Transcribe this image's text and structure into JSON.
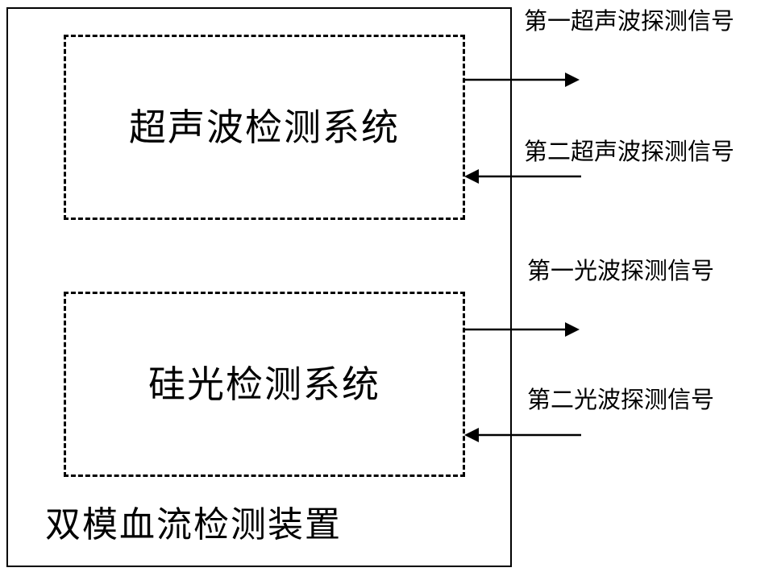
{
  "diagram": {
    "enclosure": {
      "caption": "双模血流检测装置",
      "border_color": "#000000"
    },
    "modules": [
      {
        "id": "ultrasound-detection-system",
        "title": "超声波检测系统",
        "border_style": "dashed",
        "border_color": "#000000"
      },
      {
        "id": "silicon-photonic-detection-system",
        "title": "硅光检测系统",
        "border_style": "dashed",
        "border_color": "#000000"
      }
    ],
    "signals": [
      {
        "id": "first-ultrasound-detection-signal",
        "label": "第一超声波探测信号",
        "direction": "outgoing",
        "source_module": "ultrasound-detection-system"
      },
      {
        "id": "second-ultrasound-detection-signal",
        "label": "第二超声波探测信号",
        "direction": "incoming",
        "source_module": "ultrasound-detection-system"
      },
      {
        "id": "first-lightwave-detection-signal",
        "label": "第一光波探测信号",
        "direction": "outgoing",
        "source_module": "silicon-photonic-detection-system"
      },
      {
        "id": "second-lightwave-detection-signal",
        "label": "第二光波探测信号",
        "direction": "incoming",
        "source_module": "silicon-photonic-detection-system"
      }
    ]
  }
}
